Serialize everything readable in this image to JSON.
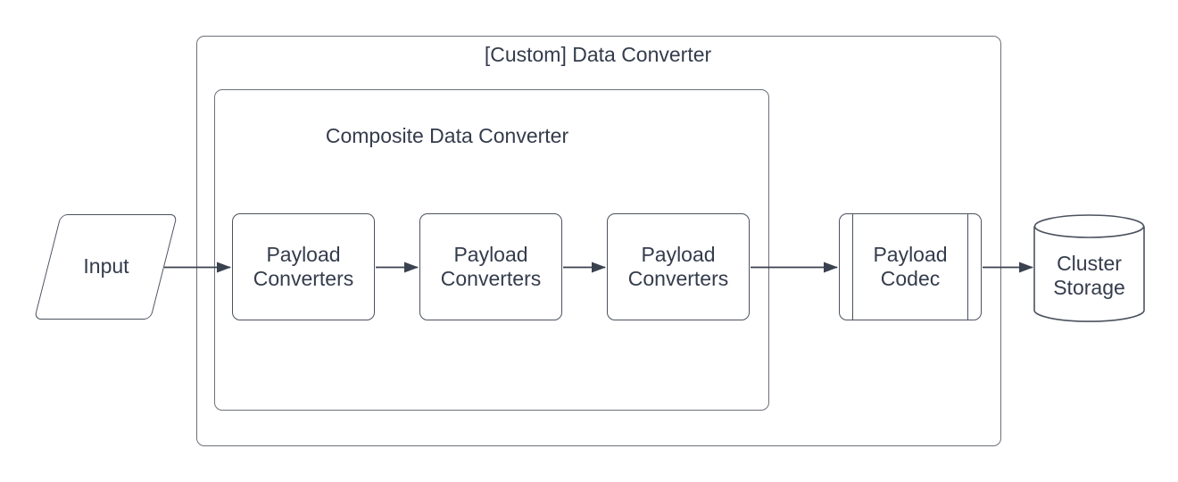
{
  "colors": {
    "container_stroke": "#6b7079",
    "shape_stroke": "#4b525e",
    "arrow": "#3a414f",
    "text": "#343c4c",
    "bg": "#ffffff"
  },
  "diagram": {
    "outer_container": {
      "title": "[Custom] Data Converter"
    },
    "inner_container": {
      "title": "Composite Data Converter"
    },
    "nodes": {
      "input": {
        "shape": "parallelogram",
        "label": "Input"
      },
      "payload_converters_1": {
        "shape": "rounded-rect",
        "line1": "Payload",
        "line2": "Converters"
      },
      "payload_converters_2": {
        "shape": "rounded-rect",
        "line1": "Payload",
        "line2": "Converters"
      },
      "payload_converters_3": {
        "shape": "rounded-rect",
        "line1": "Payload",
        "line2": "Converters"
      },
      "payload_codec": {
        "shape": "predefined-process",
        "line1": "Payload",
        "line2": "Codec"
      },
      "cluster_storage": {
        "shape": "cylinder",
        "line1": "Cluster",
        "line2": "Storage"
      }
    },
    "connections": [
      {
        "from": "input",
        "to": "payload_converters_1"
      },
      {
        "from": "payload_converters_1",
        "to": "payload_converters_2"
      },
      {
        "from": "payload_converters_2",
        "to": "payload_converters_3"
      },
      {
        "from": "payload_converters_3",
        "to": "payload_codec"
      },
      {
        "from": "payload_codec",
        "to": "cluster_storage"
      }
    ]
  }
}
